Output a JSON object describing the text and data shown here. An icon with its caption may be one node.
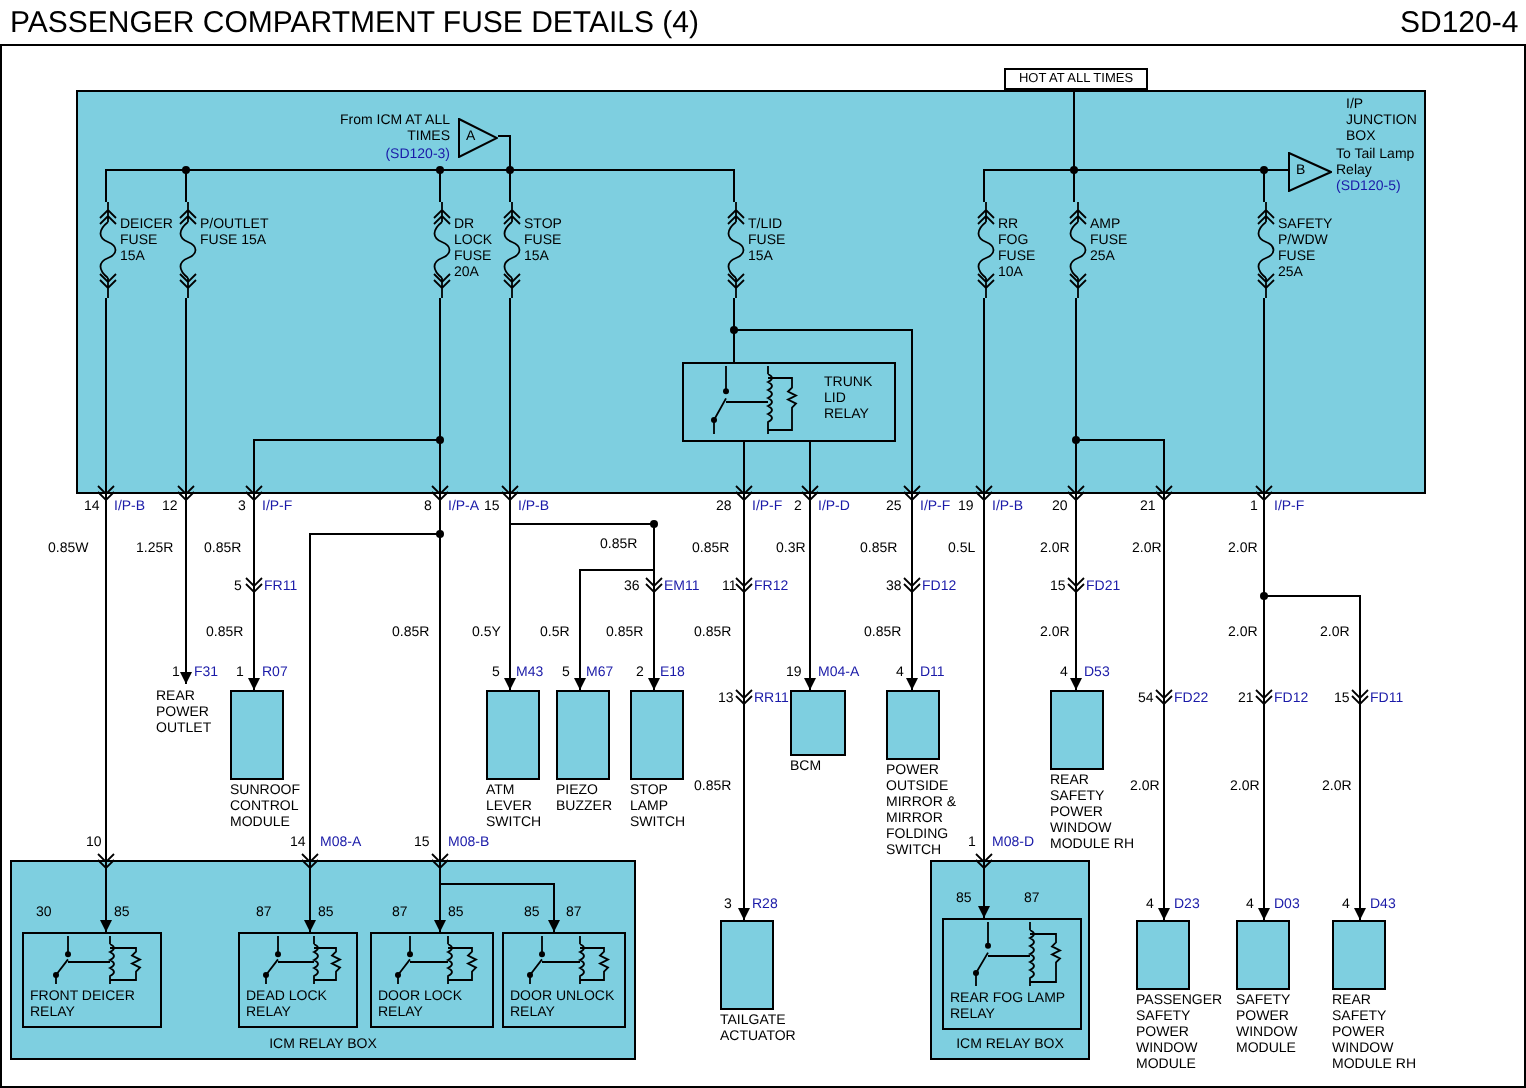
{
  "diagram": {
    "title": "PASSENGER COMPARTMENT FUSE DETAILS (4)",
    "nodes": [
      {
        "text": [
          "I/P JUNCTION BOX"
        ]
      },
      {
        "text": [
          "HOT AT ALL TIMES"
        ]
      },
      {
        "text": [
          "A"
        ],
        "beside": [
          "From ICM AT ALL TIMES",
          "(SD120-3)"
        ],
        "in": 0
      },
      {
        "text": [
          "DEICER FUSE 15A"
        ],
        "in": 0
      },
      {
        "text": [
          "P/OUTLET FUSE 15A"
        ],
        "in": 0
      },
      {
        "text": [
          "DR LOCK FUSE 20A"
        ],
        "in": 0
      },
      {
        "text": [
          "STOP FUSE 15A"
        ],
        "in": 0
      },
      {
        "text": [
          "T/LID FUSE 15A"
        ],
        "in": 0
      },
      {
        "text": [
          "TRUNK LID RELAY"
        ],
        "in": 0
      },
      {
        "text": [
          "RR FOG FUSE 10A"
        ],
        "in": 0
      },
      {
        "text": [
          "AMP FUSE 25A"
        ],
        "in": 0
      },
      {
        "text": [
          "SAFETY P/WDW FUSE 25A"
        ],
        "in": 0
      },
      {
        "text": [
          "B"
        ],
        "beside": [
          "To Tail Lamp Relay",
          "(SD120-5)"
        ],
        "in": 0
      },
      {
        "text": [
          "REAR POWER OUTLET"
        ]
      },
      {
        "text": [
          "SUNROOF CONTROL MODULE"
        ]
      },
      {
        "text": [
          "ATM LEVER SWITCH"
        ]
      },
      {
        "text": [
          "PIEZO BUZZER"
        ]
      },
      {
        "text": [
          "STOP LAMP SWITCH"
        ]
      },
      {
        "text": [
          "TAILGATE ACTUATOR"
        ]
      },
      {
        "text": [
          "BCM"
        ]
      },
      {
        "text": [
          "POWER OUTSIDE MIRROR & MIRROR FOLDING SWITCH"
        ]
      },
      {
        "text": [
          "REAR SAFETY POWER WINDOW MODULE RH"
        ]
      },
      {
        "text": [
          "ICM RELAY BOX"
        ]
      },
      {
        "text": [
          "FRONT DEICER RELAY"
        ],
        "in": 22
      },
      {
        "text": [
          "DEAD LOCK RELAY"
        ],
        "in": 22
      },
      {
        "text": [
          "DOOR LOCK RELAY"
        ],
        "in": 22
      },
      {
        "text": [
          "DOOR UNLOCK RELAY"
        ],
        "in": 22
      },
      {
        "text": [
          "ICM RELAY BOX"
        ]
      },
      {
        "text": [
          "REAR FOG LAMP RELAY"
        ],
        "in": 27
      },
      {
        "text": [
          "PASSENGER SAFETY POWER WINDOW MODULE"
        ]
      },
      {
        "text": [
          "SAFETY POWER WINDOW MODULE"
        ]
      },
      {
        "text": [
          "REAR SAFETY POWER WINDOW MODULE RH"
        ]
      }
    ],
    "edges": [
      {
        "from": 1,
        "to": 9,
        "arrow": "none"
      },
      {
        "from": 1,
        "to": 10,
        "arrow": "none"
      },
      {
        "from": 1,
        "to": 11,
        "arrow": "none"
      },
      {
        "from": 1,
        "to": 12,
        "arrow": "none"
      },
      {
        "from": 2,
        "to": 3,
        "arrow": "none"
      },
      {
        "from": 2,
        "to": 4,
        "arrow": "none"
      },
      {
        "from": 2,
        "to": 5,
        "arrow": "none"
      },
      {
        "from": 2,
        "to": 6,
        "arrow": "none"
      },
      {
        "from": 2,
        "to": 7,
        "arrow": "none"
      },
      {
        "from": 3,
        "to": 23,
        "arrow": "to"
      },
      {
        "from": 4,
        "to": 13,
        "arrow": "to"
      },
      {
        "from": 5,
        "to": 14,
        "arrow": "to"
      },
      {
        "from": 5,
        "to": 24,
        "arrow": "to"
      },
      {
        "from": 5,
        "to": 25,
        "arrow": "to"
      },
      {
        "from": 5,
        "to": 26,
        "arrow": "to"
      },
      {
        "from": 6,
        "to": 15,
        "arrow": "to"
      },
      {
        "from": 6,
        "to": 16,
        "arrow": "to"
      },
      {
        "from": 6,
        "to": 17,
        "arrow": "to"
      },
      {
        "from": 7,
        "to": 8,
        "arrow": "none"
      },
      {
        "from": 8,
        "to": 18,
        "arrow": "to"
      },
      {
        "from": 8,
        "to": 19,
        "arrow": "to"
      },
      {
        "from": 7,
        "to": 20,
        "arrow": "to"
      },
      {
        "from": 9,
        "to": 28,
        "arrow": "to"
      },
      {
        "from": 10,
        "to": 21,
        "arrow": "to"
      },
      {
        "from": 10,
        "to": 29,
        "arrow": "to"
      },
      {
        "from": 11,
        "to": 30,
        "arrow": "to"
      },
      {
        "from": 11,
        "to": 31,
        "arrow": "to"
      }
    ],
    "labels": [
      "SD120-4",
      "14",
      "I/P-B",
      "12",
      "3",
      "I/P-F",
      "8",
      "I/P-A",
      "15",
      "I/P-B",
      "28",
      "I/P-F",
      "2",
      "I/P-D",
      "25",
      "I/P-F",
      "19",
      "I/P-B",
      "20",
      "21",
      "1",
      "I/P-F",
      "0.85W",
      "1.25R",
      "0.85R",
      "0.85R",
      "0.85R",
      "0.3R",
      "0.85R",
      "0.5L",
      "2.0R",
      "2.0R",
      "2.0R",
      "5",
      "FR11",
      "36",
      "EM11",
      "11",
      "FR12",
      "38",
      "FD12",
      "15",
      "FD21",
      "0.85R",
      "0.85R",
      "0.5Y",
      "0.5R",
      "0.85R",
      "0.85R",
      "0.85R",
      "2.0R",
      "2.0R",
      "2.0R",
      "1",
      "F31",
      "1",
      "R07",
      "5",
      "M43",
      "5",
      "M67",
      "2",
      "E18",
      "19",
      "M04-A",
      "4",
      "D11",
      "4",
      "D53",
      "13",
      "RR11",
      "54",
      "FD22",
      "21",
      "FD12",
      "15",
      "FD11",
      "0.85R",
      "2.0R",
      "2.0R",
      "2.0R",
      "10",
      "14",
      "M08-A",
      "15",
      "M08-B",
      "1",
      "M08-D",
      "30",
      "85",
      "87",
      "85",
      "87",
      "85",
      "85",
      "87",
      "85",
      "87",
      "3",
      "R28",
      "4",
      "D23",
      "4",
      "D03",
      "4",
      "D43"
    ]
  }
}
